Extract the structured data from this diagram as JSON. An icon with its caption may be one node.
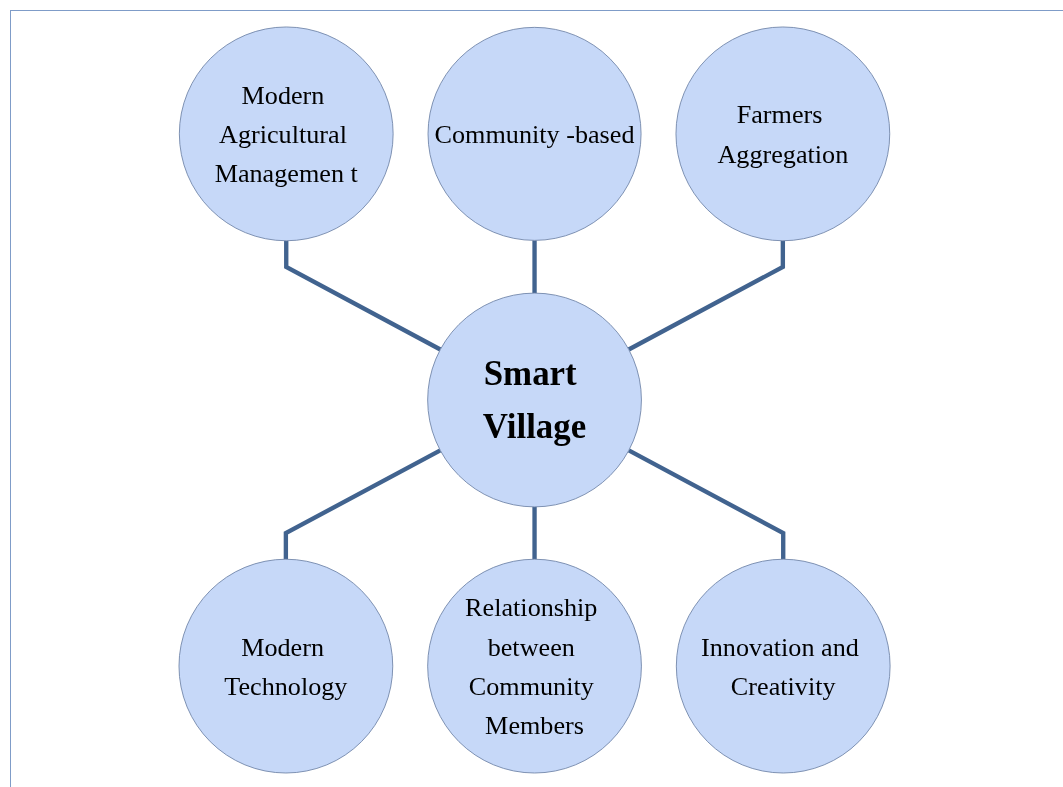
{
  "diagram": {
    "nodes": [
      {
        "text": [
          "Smart Village"
        ]
      },
      {
        "text": [
          "Community -based"
        ]
      },
      {
        "text": [
          "Farmers Aggregation"
        ]
      },
      {
        "text": [
          "Modern Technology"
        ]
      },
      {
        "text": [
          "Relationship between Community Members"
        ]
      },
      {
        "text": [
          "Innovation and Creativity"
        ]
      },
      {
        "text": [
          "Modern Agricultural Managemen t"
        ]
      }
    ],
    "edges": [
      {
        "from": 6,
        "to": 0,
        "arrow": "none"
      },
      {
        "from": 1,
        "to": 0,
        "arrow": "none"
      },
      {
        "from": 2,
        "to": 0,
        "arrow": "none"
      },
      {
        "from": 0,
        "to": 3,
        "arrow": "none"
      },
      {
        "from": 0,
        "to": 4,
        "arrow": "none"
      },
      {
        "from": 0,
        "to": 5,
        "arrow": "none"
      }
    ]
  }
}
